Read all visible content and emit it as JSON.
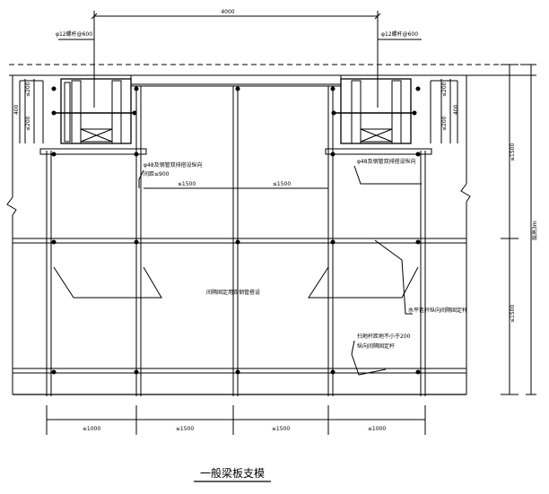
{
  "drawing": {
    "title": "一般梁板支模",
    "dim_top_overall": "4000",
    "dim_right_upper": "≤1500",
    "dim_right_lower": "≤1500",
    "dim_right_total": "层高3m",
    "bottom_dims": [
      "≤1000",
      "≤1500",
      "≤1500",
      "≤1000"
    ],
    "bolt_label_left": "φ12螺杆@600",
    "bolt_label_right": "φ12螺杆@600",
    "beam_dims_left": [
      "≤200",
      "400",
      "≤200"
    ],
    "beam_dims_right": [
      "≤200",
      "400",
      "≤200"
    ],
    "pipe_note_left_1": "φ48及钢管双排搭设纵向",
    "pipe_note_left_2": "间距≤900",
    "pipe_note_right": "φ48及钢管双排搭设纵向",
    "span_mid_left": "≤1500",
    "span_mid_right": "≤1500",
    "bracing_note": "间隔固定用双钢管搭设",
    "horizontal_bar_note": "水平连杆纵向间隔固定杆",
    "sweep_bar_note_1": "扫地杆距地不小于200",
    "sweep_bar_note_2": "纵向间隔固定杆"
  }
}
